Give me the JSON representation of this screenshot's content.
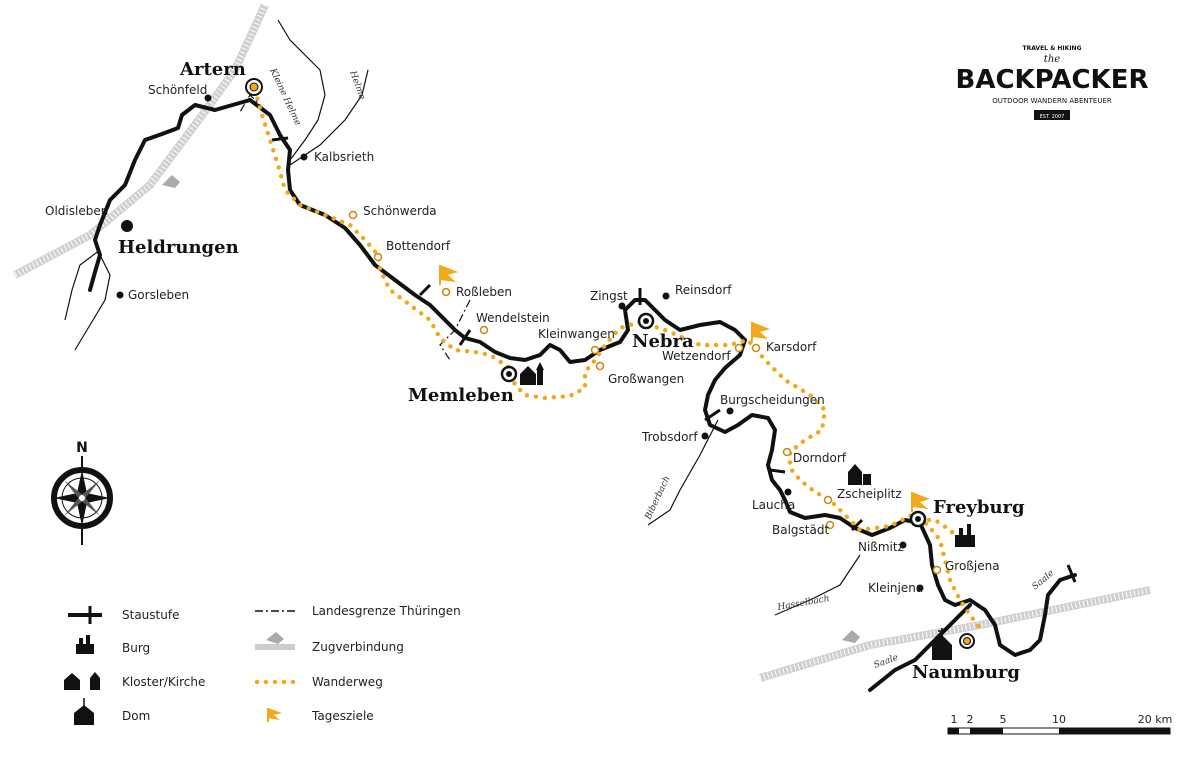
{
  "brand": {
    "top": "TRAVEL & HIKING",
    "the": "the",
    "name": "BACKPACKER",
    "tagline": "OUTDOOR WANDERN ABENTEUER",
    "est": "EST. 2007"
  },
  "towns_major": {
    "artern": "Artern",
    "heldrungen": "Heldrungen",
    "memleben": "Memleben",
    "nebra": "Nebra",
    "freyburg": "Freyburg",
    "naumburg": "Naumburg"
  },
  "towns": {
    "schoenfeld": "Schönfeld",
    "kalbsrieth": "Kalbsrieth",
    "schoenwerda": "Schönwerda",
    "oldisleben": "Oldisleben",
    "bottendorf": "Bottendorf",
    "gorsleben": "Gorsleben",
    "rossleben": "Roßleben",
    "wendelstein": "Wendelstein",
    "zingst": "Zingst",
    "reinsdorf": "Reinsdorf",
    "kleinwangen": "Kleinwangen",
    "grosswangen": "Großwangen",
    "wetzendorf": "Wetzendorf",
    "karsdorf": "Karsdorf",
    "burgscheidungen": "Burgscheidungen",
    "trobsdorf": "Trobsdorf",
    "dorndorf": "Dorndorf",
    "laucha": "Laucha",
    "zscheiplitz": "Zscheiplitz",
    "balgstaedt": "Balgstädt",
    "nissmitz": "Nißmitz",
    "grossjena": "Großjena",
    "kleinjena": "Kleinjena"
  },
  "rivers": {
    "kleine_helme": "Kleine Helme",
    "helme": "Helme",
    "biberbach": "Biberbach",
    "hasselbach": "Hasselbach",
    "saale_1": "Saale",
    "saale_2": "Saale"
  },
  "compass": {
    "north": "N"
  },
  "legend": {
    "staustufe": "Staustufe",
    "burg": "Burg",
    "kloster": "Kloster/Kirche",
    "dom": "Dom",
    "landesgrenze": "Landesgrenze Thüringen",
    "zug": "Zugverbindung",
    "wanderweg": "Wanderweg",
    "tagesziele": "Tagesziele"
  },
  "scale": {
    "t1": "1",
    "t2": "2",
    "t5": "5",
    "t10": "10",
    "t20": "20 km"
  },
  "colors": {
    "route": "#f2a81d",
    "river": "#111111",
    "rail": "#cccccc"
  }
}
